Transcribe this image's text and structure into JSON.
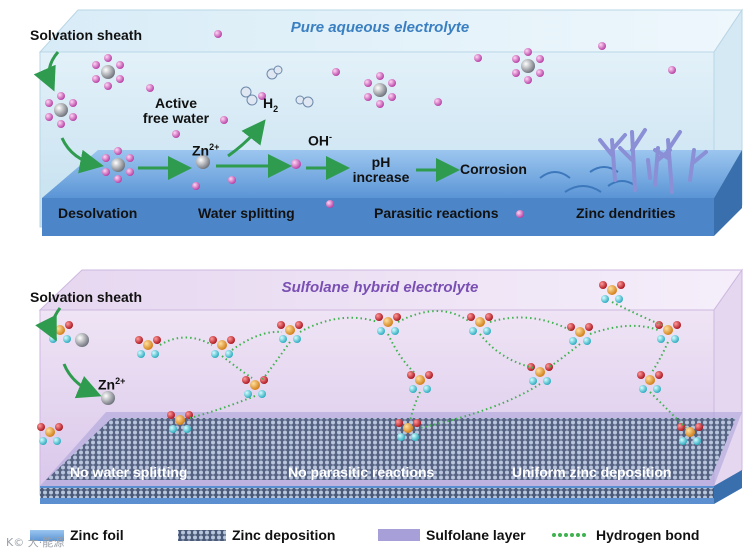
{
  "top_panel": {
    "title": "Pure aqueous electrolyte",
    "solvation_sheath": "Solvation sheath",
    "active_free_water_1": "Active",
    "active_free_water_2": "free water",
    "h2": "H",
    "h2_sub": "2",
    "zn_ion": "Zn",
    "zn_ion_sup": "2+",
    "oh": "OH",
    "oh_sup": "-",
    "ph_1": "pH",
    "ph_2": "increase",
    "corrosion": "Corrosion",
    "desolvation": "Desolvation",
    "water_splitting": "Water splitting",
    "parasitic_reactions": "Parasitic reactions",
    "zinc_dendrities": "Zinc dendrities"
  },
  "bottom_panel": {
    "title": "Sulfolane hybrid electrolyte",
    "solvation_sheath": "Solvation sheath",
    "zn_ion": "Zn",
    "zn_ion_sup": "2+",
    "no_water_splitting": "No water splitting",
    "no_parasitic_reactions": "No parasitic reactions",
    "uniform_zinc_deposition": "Uniform zinc deposition"
  },
  "legend": {
    "zinc_foil": "Zinc foil",
    "zinc_deposition": "Zinc deposition",
    "sulfolane_layer": "Sulfolane layer",
    "hydrogen_bond": "Hydrogen bond"
  },
  "watermark": "K© 大·能源",
  "colors": {
    "title_top": "#3a7fc1",
    "title_bottom": "#7a4fb3",
    "water_box": "#cfe6f3",
    "sulfolane_box": "#e2d3ee",
    "zinc_foil": "#6fa7e0",
    "arrow_green": "#2e9b4f",
    "sulfolane_layer": "#a7a0d8"
  }
}
